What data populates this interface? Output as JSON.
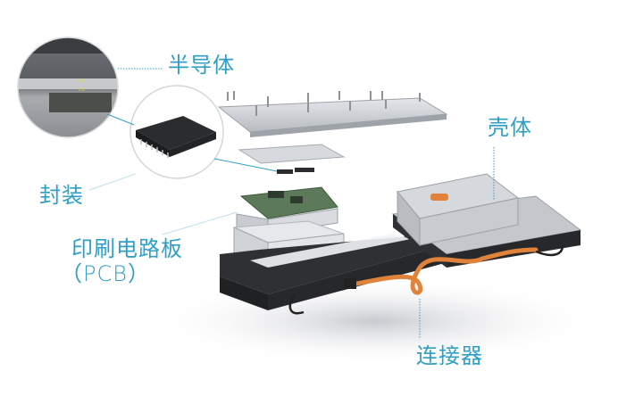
{
  "diagram": {
    "title": "Electronic control unit exploded view",
    "colors": {
      "label": "#2f9fc6",
      "leader_line": "#2f9fc6",
      "housing_light": "#c9ccd0",
      "housing_dark": "#2e3033",
      "connector_orange": "#e0823a",
      "pcb_green": "#5c7a5a",
      "background": "#ffffff"
    },
    "labels": {
      "semiconductor": "半导体",
      "package": "封装",
      "pcb_line1": "印刷电路板",
      "pcb_line2": "（PCB）",
      "housing": "壳体",
      "connector": "连接器"
    },
    "callouts": [
      {
        "id": "semiconductor",
        "kind": "circle-inset",
        "content": "cross-section micrograph"
      },
      {
        "id": "package",
        "kind": "circle-inset",
        "content": "IC package with leads"
      }
    ]
  }
}
